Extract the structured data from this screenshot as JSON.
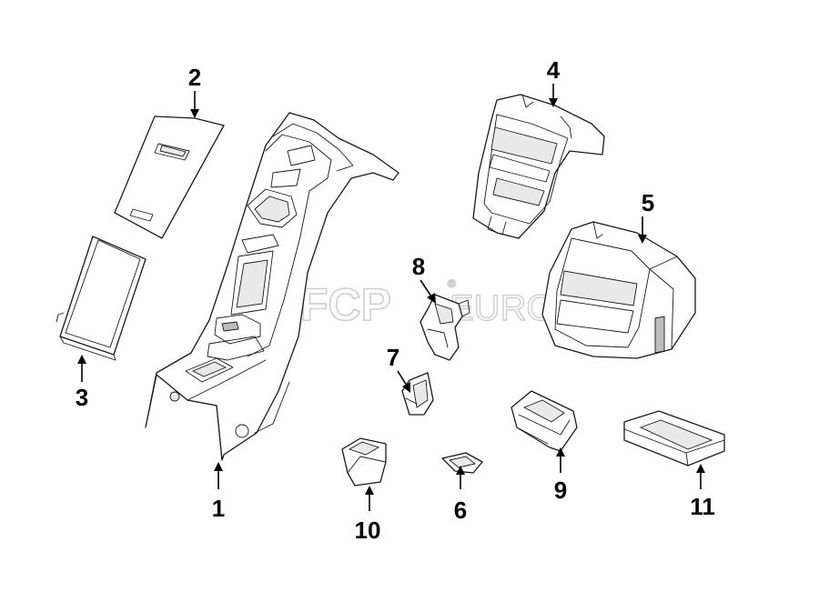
{
  "watermark": {
    "brand_bold": "FCP",
    "brand_light": "EURO",
    "mark": "®"
  },
  "callouts": [
    {
      "id": "c1",
      "label": "1"
    },
    {
      "id": "c2",
      "label": "2"
    },
    {
      "id": "c3",
      "label": "3"
    },
    {
      "id": "c4",
      "label": "4"
    },
    {
      "id": "c5",
      "label": "5"
    },
    {
      "id": "c6",
      "label": "6"
    },
    {
      "id": "c7",
      "label": "7"
    },
    {
      "id": "c8",
      "label": "8"
    },
    {
      "id": "c9",
      "label": "9"
    },
    {
      "id": "c10",
      "label": "10"
    },
    {
      "id": "c11",
      "label": "11"
    }
  ]
}
